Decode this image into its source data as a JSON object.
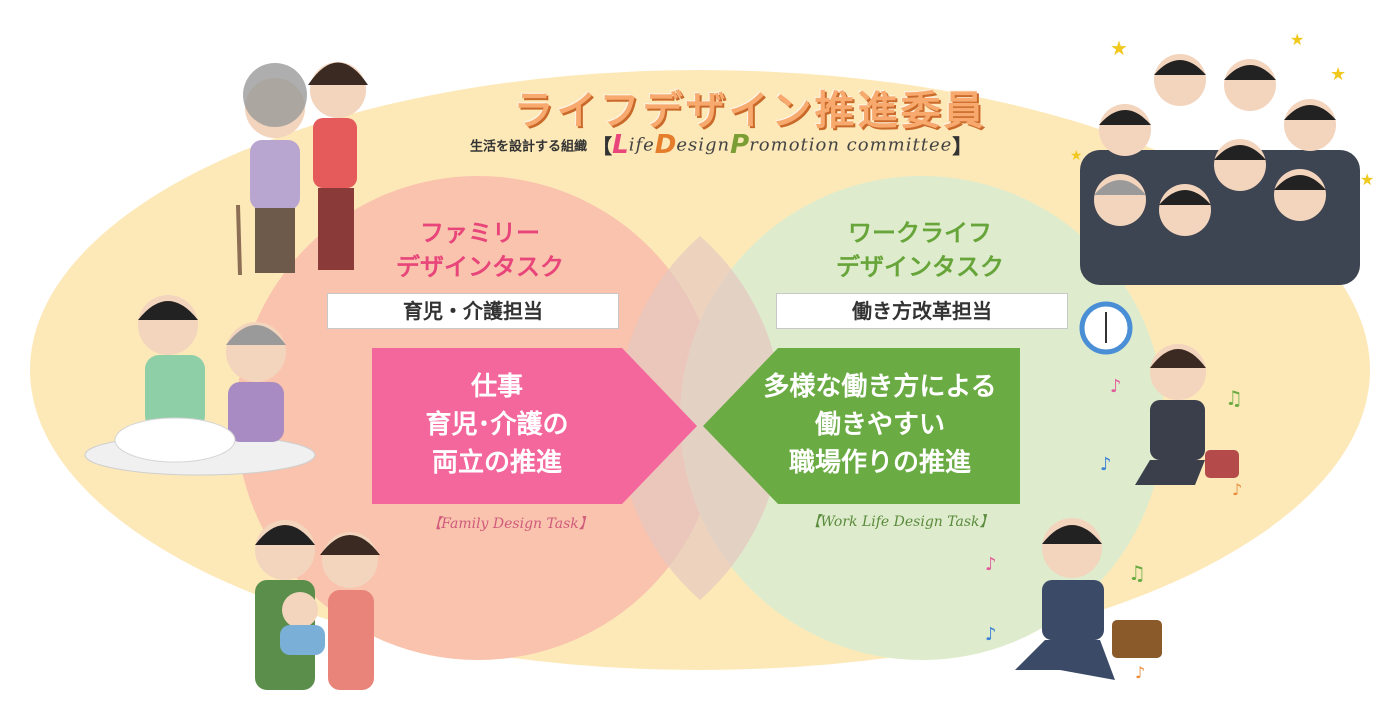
{
  "header": {
    "title": "ライフデザイン推進委員",
    "subtitle": "生活を設計する組織",
    "bracket_open": "【",
    "bracket_close": "】",
    "english": {
      "l_cap": "L",
      "l_rest": "ife",
      "d_cap": "D",
      "d_rest": "esign",
      "p_cap": "P",
      "p_rest": "romotion committee"
    }
  },
  "family_task": {
    "title_line1": "ファミリー",
    "title_line2": "デザインタスク",
    "role": "育児・介護担当",
    "goal_lines": [
      "仕事",
      "育児･介護の",
      "両立の推進"
    ],
    "label_en": "【Family Design Task】"
  },
  "work_task": {
    "title_line1": "ワークライフ",
    "title_line2": "デザインタスク",
    "role": "働き方改革担当",
    "goal_lines": [
      "多様な働き方による",
      "働きやすい",
      "職場作りの推進"
    ],
    "label_en": "【Work Life Design Task】"
  },
  "colors": {
    "outer_ellipse": "#fde9b8",
    "family_circle": "#f9c3ad",
    "work_circle": "#deeccd",
    "family_arrow": "#f4679c",
    "work_arrow": "#6aab43",
    "title": "#f7a96e"
  }
}
